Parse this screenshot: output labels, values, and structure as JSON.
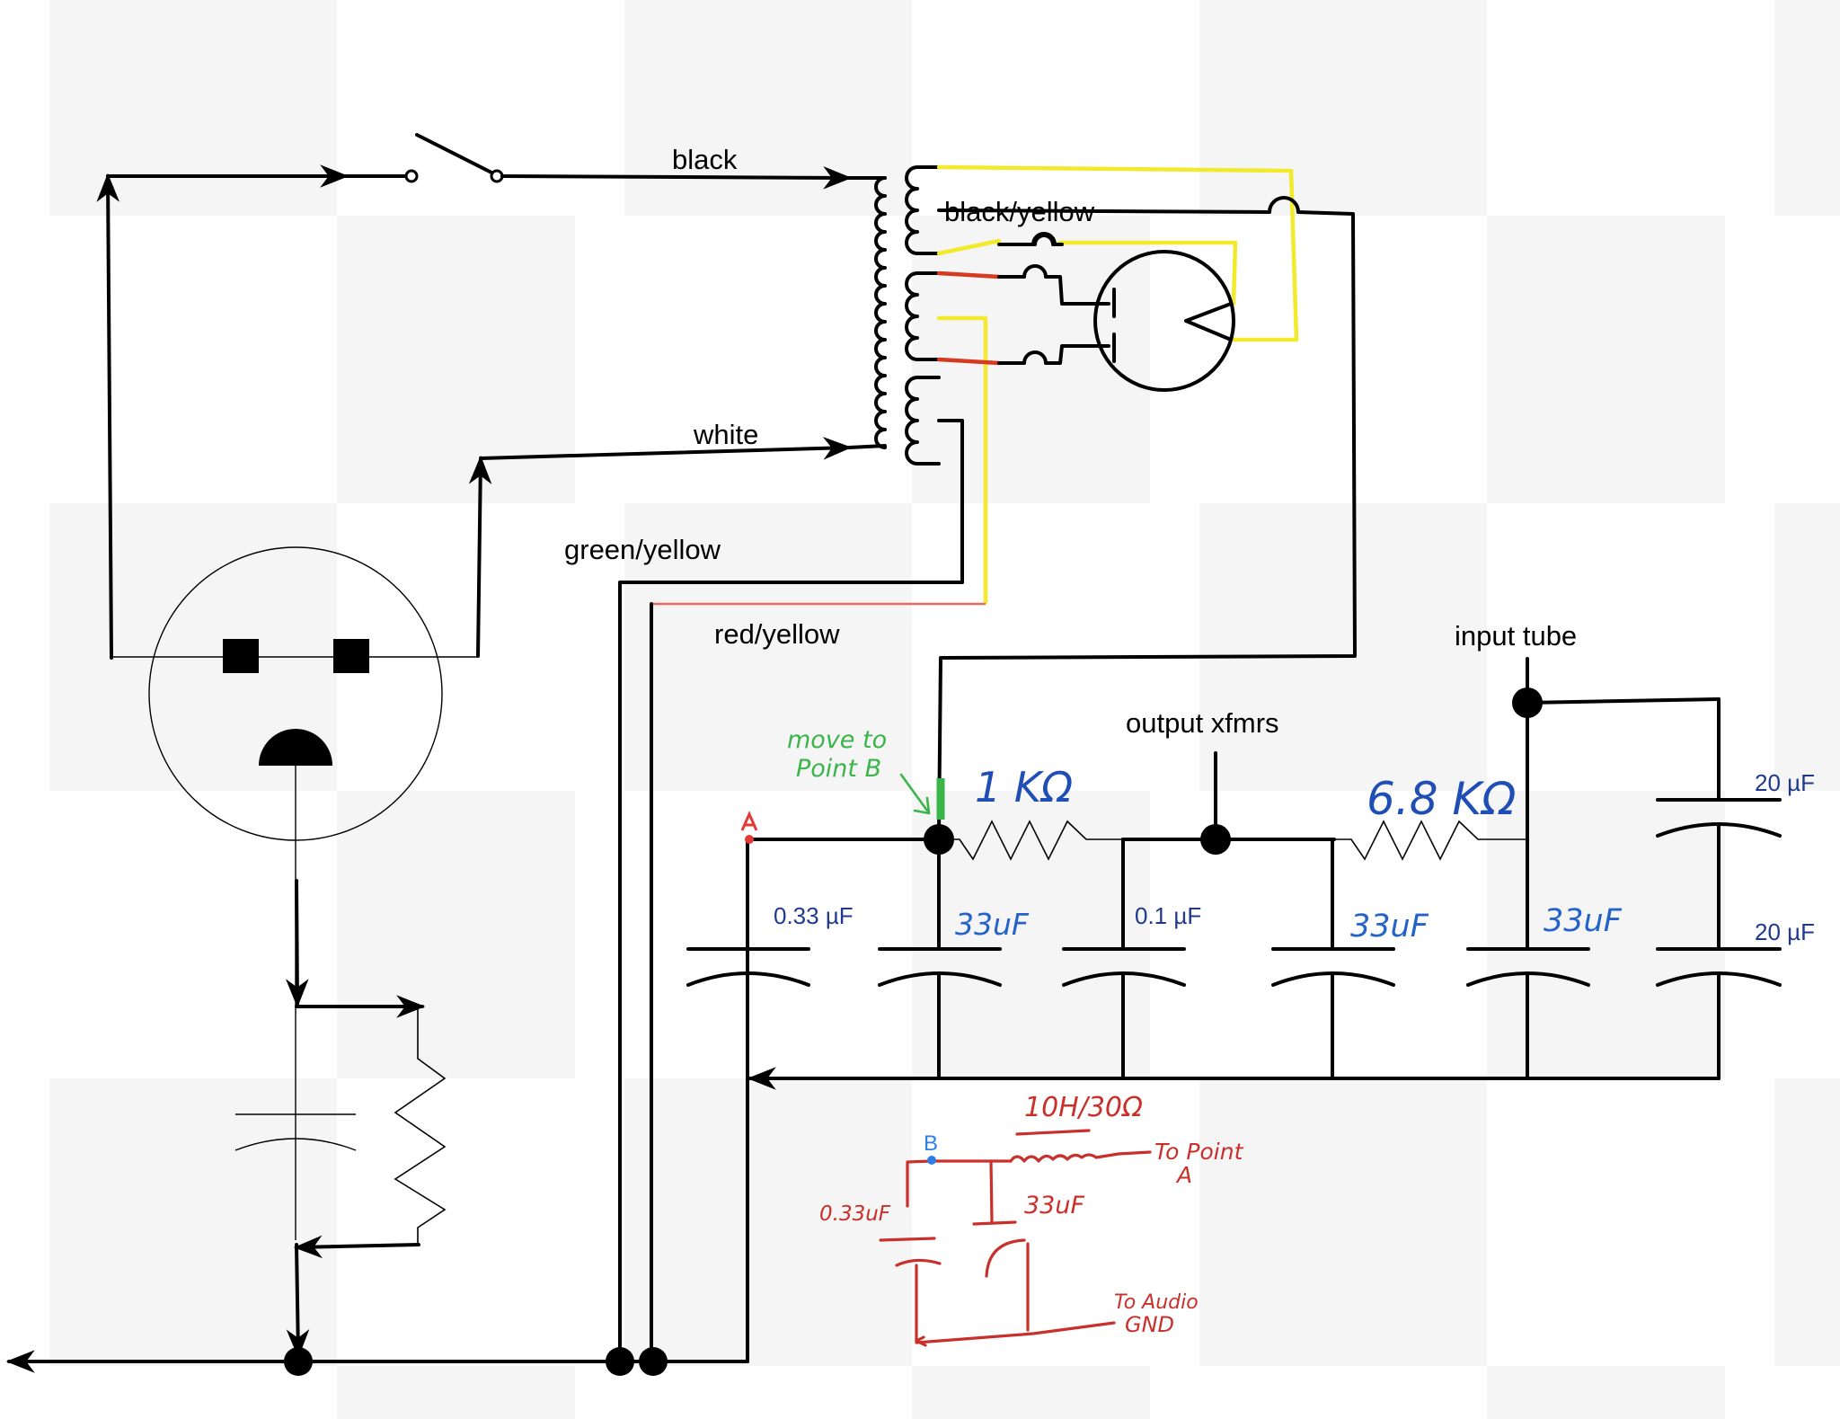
{
  "labels": {
    "black": "black",
    "black_yellow": "black/yellow",
    "white": "white",
    "green_yellow": "green/yellow",
    "red_yellow": "red/yellow",
    "input_tube": "input tube",
    "output_xfmrs": "output xfmrs",
    "point_a": "A"
  },
  "components": {
    "cap1": "0.33 µF",
    "cap2": "33uF",
    "cap3": "0.1 µF",
    "cap4": "33uF",
    "cap5": "33uF",
    "cap_top_right": "20 µF",
    "cap_bottom_right": "20 µF",
    "res1": "1 KΩ",
    "res2": "6.8 KΩ"
  },
  "annotations": {
    "move_line1": "move to",
    "move_line2": "Point B",
    "choke": "10H/30Ω",
    "point_b": "B",
    "to_point_line1": "To Point",
    "to_point_line2": "A",
    "cap_small": "0.33uF",
    "cap_big": "33uF",
    "to_audio_line1": "To Audio",
    "to_audio_line2": "GND"
  },
  "colors": {
    "wire": "#000000",
    "heater_wire": "#f2ea2a",
    "hv_wire": "#d63b1f",
    "value_text": "#1f3a8c",
    "handwritten_value": "#2563c9",
    "annotation_red": "#c9302c",
    "annotation_green": "#3ab54a"
  }
}
